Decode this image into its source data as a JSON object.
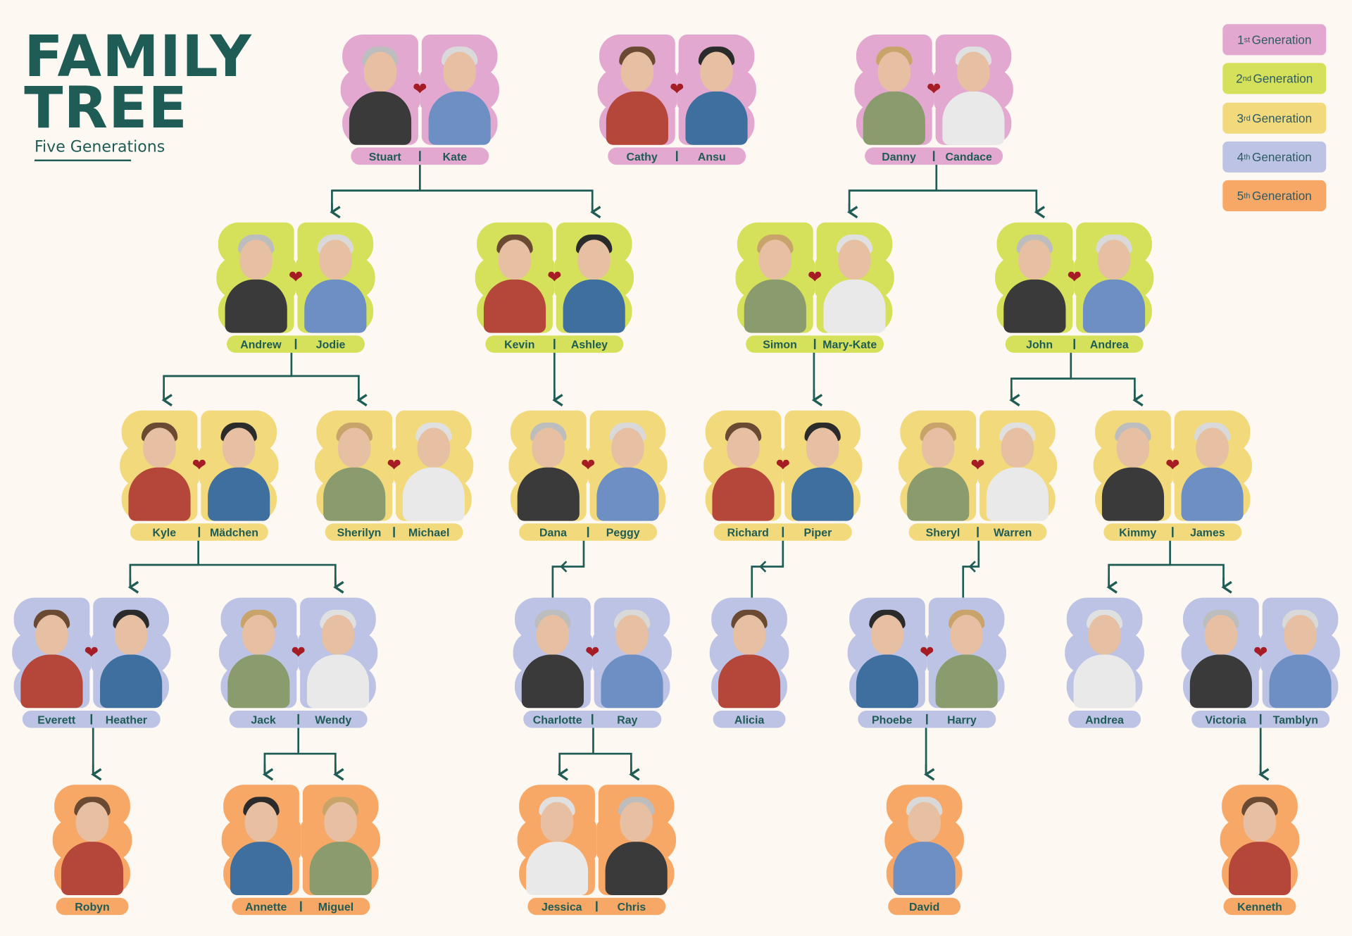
{
  "title": {
    "line1": "FAMILY",
    "line2": "TREE",
    "subtitle": "Five Generations"
  },
  "colors": {
    "background": "#FDF8F1",
    "text": "#1E5C55",
    "heart": "#A51C24",
    "gen1": "#E3A8D0",
    "gen2": "#D5E05B",
    "gen3": "#F2D97C",
    "gen4": "#BCC3E5",
    "gen5": "#F8A866"
  },
  "legend": [
    {
      "num": "1",
      "sup": "st",
      "label": "Generation",
      "color": "#E3A8D0"
    },
    {
      "num": "2",
      "sup": "nd",
      "label": "Generation",
      "color": "#D5E05B"
    },
    {
      "num": "3",
      "sup": "rd",
      "label": "Generation",
      "color": "#F2D97C"
    },
    {
      "num": "4",
      "sup": "th",
      "label": "Generation",
      "color": "#BCC3E5"
    },
    {
      "num": "5",
      "sup": "th",
      "label": "Generation",
      "color": "#F8A866"
    }
  ],
  "generations": {
    "g1": [
      {
        "names": [
          "Stuart",
          "Kate"
        ],
        "couple": true
      },
      {
        "names": [
          "Cathy",
          "Ansu"
        ],
        "couple": true
      },
      {
        "names": [
          "Danny",
          "Candace"
        ],
        "couple": true
      }
    ],
    "g2": [
      {
        "names": [
          "Andrew",
          "Jodie"
        ],
        "couple": true
      },
      {
        "names": [
          "Kevin",
          "Ashley"
        ],
        "couple": true
      },
      {
        "names": [
          "Simon",
          "Mary-Kate"
        ],
        "couple": true
      },
      {
        "names": [
          "John",
          "Andrea"
        ],
        "couple": true
      }
    ],
    "g3": [
      {
        "names": [
          "Kyle",
          "Mädchen"
        ],
        "couple": true
      },
      {
        "names": [
          "Sherilyn",
          "Michael"
        ],
        "couple": true
      },
      {
        "names": [
          "Dana",
          "Peggy"
        ],
        "couple": true
      },
      {
        "names": [
          "Richard",
          "Piper"
        ],
        "couple": true
      },
      {
        "names": [
          "Sheryl",
          "Warren"
        ],
        "couple": true
      },
      {
        "names": [
          "Kimmy",
          "James"
        ],
        "couple": true
      }
    ],
    "g4": [
      {
        "names": [
          "Everett",
          "Heather"
        ],
        "couple": true
      },
      {
        "names": [
          "Jack",
          "Wendy"
        ],
        "couple": true
      },
      {
        "names": [
          "Charlotte",
          "Ray"
        ],
        "couple": true
      },
      {
        "names": [
          "Alicia"
        ],
        "couple": false
      },
      {
        "names": [
          "Phoebe",
          "Harry"
        ],
        "couple": true
      },
      {
        "names": [
          "Andrea"
        ],
        "couple": false
      },
      {
        "names": [
          "Victoria",
          "Tamblyn"
        ],
        "couple": true
      }
    ],
    "g5": [
      {
        "names": [
          "Robyn"
        ],
        "couple": false
      },
      {
        "names": [
          "Annette",
          "Miguel"
        ],
        "couple": false
      },
      {
        "names": [
          "Jessica",
          "Chris"
        ],
        "couple": false
      },
      {
        "names": [
          "David"
        ],
        "couple": false
      },
      {
        "names": [
          "Kenneth"
        ],
        "couple": false
      }
    ]
  }
}
